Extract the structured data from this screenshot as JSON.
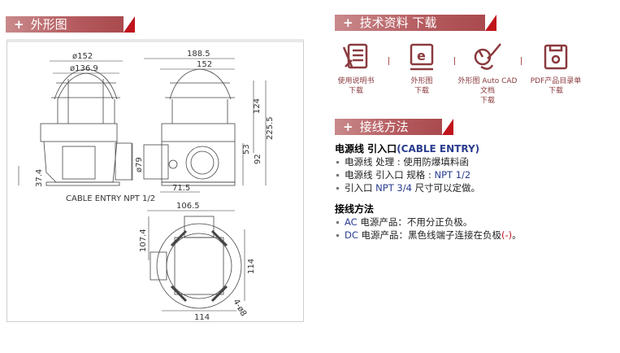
{
  "outline": {
    "header": "外形图",
    "plus": "+",
    "dims": {
      "d152": "ø152",
      "d136": "ø136.9",
      "w188": "188.5",
      "w152": "152",
      "h124": "124",
      "h225": "225.5",
      "h53": "53",
      "h92": "92",
      "d79": "ø79",
      "h37": "37.4",
      "w71": "71.5",
      "w106": "106.5",
      "h107": "107.4",
      "h114": "114",
      "w114": "114",
      "holes": "4-ø8"
    },
    "cable_note": "CABLE ENTRY NPT 1/2"
  },
  "downloads": {
    "header": "技术资料  下载",
    "plus": "+",
    "items": [
      {
        "label": "使用说明书",
        "action": "下载",
        "icon": "manual-icon"
      },
      {
        "label": "外形图",
        "action": "下载",
        "icon": "monitor-icon"
      },
      {
        "label": "外形图 Auto CAD文档",
        "action": "下载",
        "icon": "cad-icon"
      },
      {
        "label": "PDF产品目录单",
        "action": "下载",
        "icon": "pdf-catalog-icon"
      }
    ]
  },
  "wiring": {
    "header": "接线方法",
    "plus": "+",
    "cable_title": "电源线 引入口",
    "cable_title_en": "(CABLE ENTRY)",
    "cable_items": [
      {
        "zh": "电源线 处理 : 使用防爆填料函",
        "en": "",
        "tail": ""
      },
      {
        "zh": "电源线 引入口 规格 : ",
        "en": "NPT 1/2",
        "tail": ""
      },
      {
        "zh": "引入口 ",
        "en": "NPT 3/4",
        "tail": " 尺寸可以定做。"
      }
    ],
    "method_title": "接线方法",
    "method_items": [
      {
        "en": "AC",
        "text": " 电源产品：不用分正负极。",
        "mark": "",
        "end": ""
      },
      {
        "en": "DC",
        "text": " 电源产品：黑色线端子连接在负极",
        "mark": "(-)",
        "end": "。"
      }
    ],
    "accent": "#c0141c"
  }
}
